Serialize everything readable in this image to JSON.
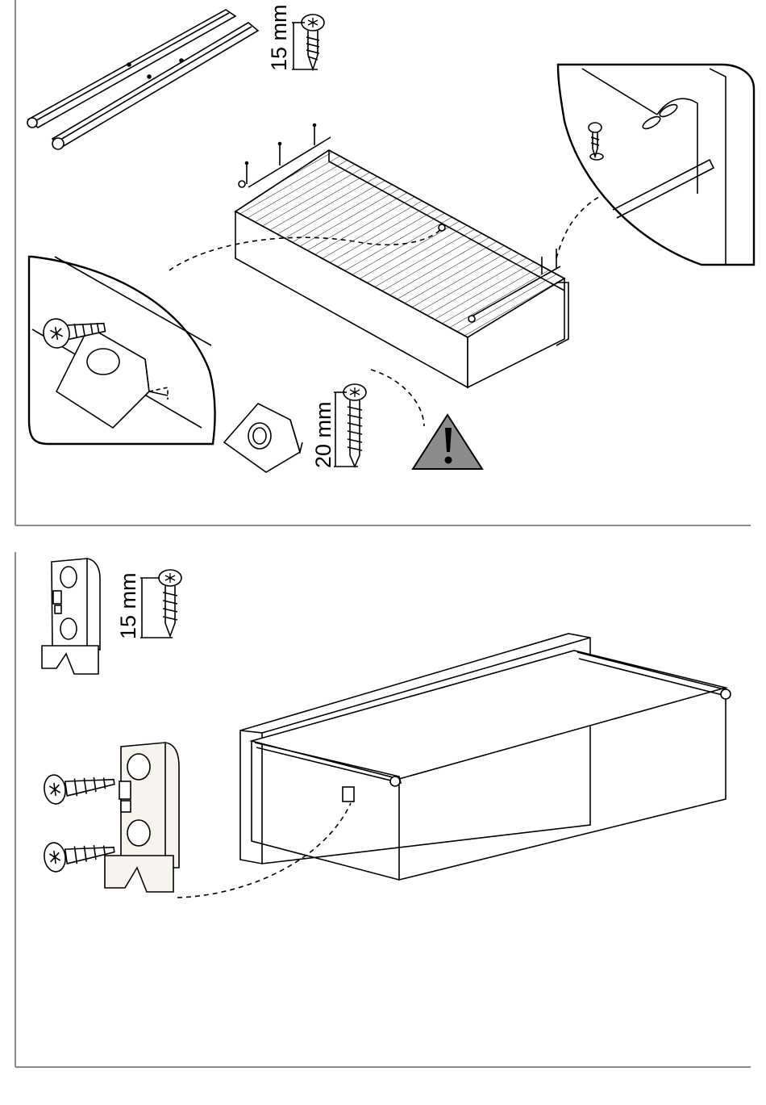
{
  "panels": [
    {
      "screw_label": "15 mm",
      "second_screw_label": "20 mm",
      "warning_icon": "warning-triangle-icon"
    },
    {
      "screw_label": "15 mm"
    }
  ],
  "colors": {
    "line": "#000000",
    "frame": "#8a8a8a",
    "warning_fill": "#8c8c8c",
    "clip_fill": "#f7f3ef"
  }
}
